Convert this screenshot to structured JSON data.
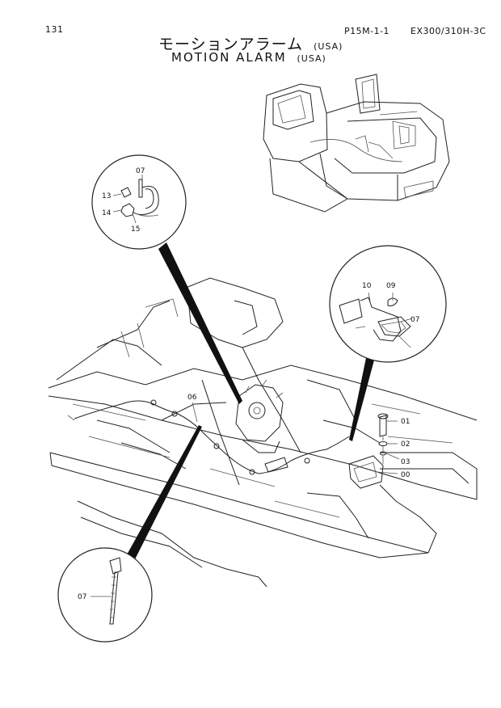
{
  "header": {
    "page_number": "131",
    "ref_code": "P15M-1-1",
    "model": "EX300/310H-3C",
    "title_jp": "モーションアラーム",
    "title_en": "MOTION ALARM",
    "region": "(USA)"
  },
  "callouts": {
    "c01": "01",
    "c02": "02",
    "c03": "03",
    "c00": "00",
    "c06": "06",
    "c07_top": "07",
    "c13": "13",
    "c14": "14",
    "c15": "15",
    "c10": "10",
    "c09": "09",
    "c07_right": "07",
    "c07_bottom": "07"
  }
}
